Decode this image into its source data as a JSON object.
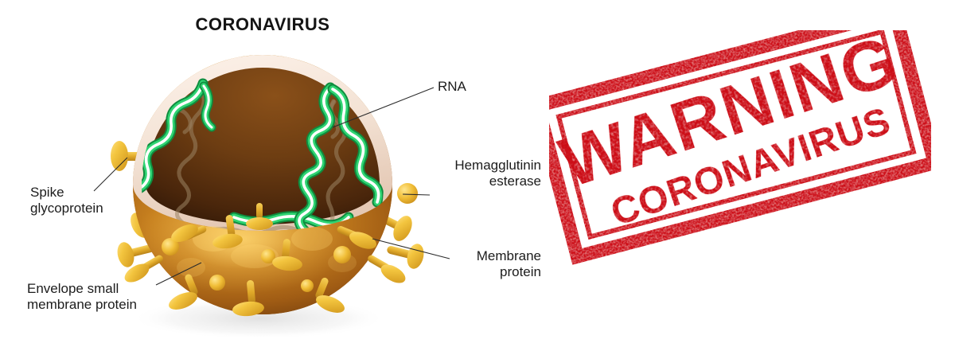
{
  "diagram": {
    "title": "CORONAVIRUS",
    "labels": {
      "spike": "Spike\nglycoprotein",
      "envelope": "Envelope small\nmembrane protein",
      "rna": "RNA",
      "hemagglutinin": "Hemagglutinin\nesterase",
      "membrane": "Membrane\nprotein"
    },
    "colors": {
      "title_text": "#141414",
      "label_text": "#1c1c1c",
      "leader_line": "#2b2b2b",
      "envelope_rim": "#f5e6dc",
      "envelope_outer": "#b9731f",
      "envelope_shadow": "#8a4a12",
      "interior_dark": "#3a1f0c",
      "interior_mid": "#7b4417",
      "spike_gold": "#efc143",
      "spike_gold_dark": "#d69a1c",
      "rna_green": "#18b455",
      "rna_core": "#ffffff",
      "rna_ghost": "#8c7a62"
    }
  },
  "stamp": {
    "line1": "WARNING",
    "line2": "CORONAVIRUS",
    "color": "#cc1017",
    "rotation_deg": -14.7,
    "border": "double-rectangle"
  }
}
